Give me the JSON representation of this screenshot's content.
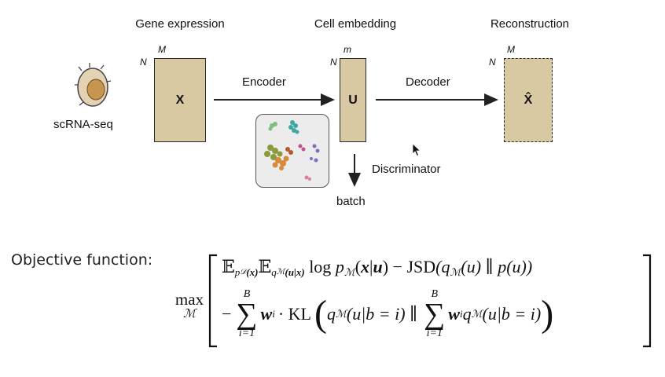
{
  "diagram": {
    "titles": {
      "gene_expression": "Gene expression",
      "cell_embedding": "Cell embedding",
      "reconstruction": "Reconstruction"
    },
    "input_label": "scRNA-seq",
    "matrix_x": {
      "label": "X",
      "rows": "N",
      "cols": "M"
    },
    "matrix_u": {
      "label": "U",
      "rows": "N",
      "cols": "m"
    },
    "matrix_xhat": {
      "label": "X̂",
      "rows": "N",
      "cols": "M"
    },
    "encoder_label": "Encoder",
    "decoder_label": "Decoder",
    "discriminator_label": "Discriminator",
    "batch_label": "batch"
  },
  "objective": {
    "label": "Objective function:",
    "max_label": "max",
    "max_sub": "ℳ",
    "line1": {
      "E1": "𝔼",
      "E1_sub": "p",
      "E1_subsub": "𝒟",
      "E1_subsub_arg": "(x)",
      "E2": "𝔼",
      "E2_sub": "q",
      "E2_subsub": "ℳ",
      "E2_subsub_arg": "(u|x)",
      "log": "log",
      "p": "p",
      "p_sub": "ℳ",
      "p_arg_open": "(",
      "x": "x",
      "bar": "|",
      "u": "u",
      "p_arg_close": ")",
      "minus": "−",
      "jsd": "JSD",
      "jsd_body": "(q",
      "q_sub": "ℳ",
      "q_arg": "(u) ∥ p(u))"
    },
    "line2": {
      "minus": "−",
      "sum_top": "B",
      "sum_bottom": "i=1",
      "w": "w",
      "w_sub": "i",
      "dot": "· KL",
      "q": "q",
      "q_sub": "ℳ",
      "q_arg": "(u|b = i) ∥",
      "sum2_top": "B",
      "sum2_bottom": "i=1",
      "w2": "w",
      "w2_sub": "i",
      "q2": "q",
      "q2_sub": "ℳ",
      "q2_arg": "(u|b = i)"
    }
  },
  "colors": {
    "box_fill": "#d9c9a3",
    "outline": "#2a2a2a",
    "arrow": "#222222"
  },
  "icons": [
    "cell-icon",
    "umap-thumbnail",
    "mouse-cursor-icon"
  ]
}
